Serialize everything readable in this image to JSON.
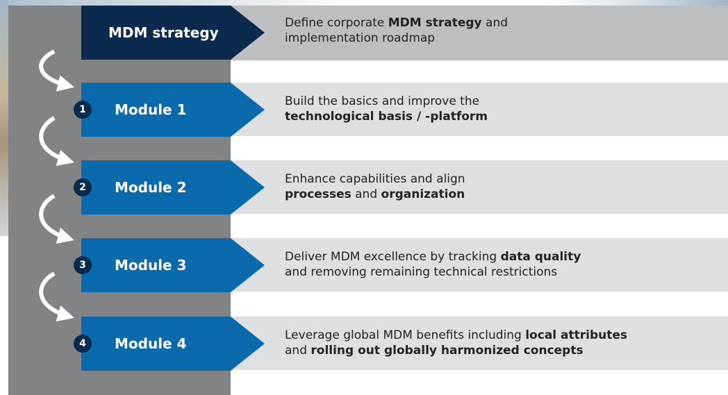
{
  "steps": [
    {
      "label": "MDM strategy",
      "number": "",
      "line1": [
        "Define corporate ",
        "MDM strategy",
        " and"
      ],
      "line2": [
        "implementation roadmap",
        "",
        ""
      ],
      "color": "#0c2a4d"
    },
    {
      "label": "Module 1",
      "number": "1",
      "line1": [
        "Build the basics and improve the",
        "",
        ""
      ],
      "line2": [
        "",
        "technological basis / -platform",
        ""
      ],
      "color": "#0a6aab"
    },
    {
      "label": "Module 2",
      "number": "2",
      "line1": [
        "Enhance capabilities and align",
        "",
        ""
      ],
      "line2": [
        "",
        "processes",
        " and "
      ],
      "line2_extra_bold": "organization",
      "color": "#0a6aab"
    },
    {
      "label": "Module 3",
      "number": "3",
      "line1": [
        "Deliver MDM excellence by tracking ",
        "data quality",
        ""
      ],
      "line2": [
        "and removing remaining technical restrictions",
        "",
        ""
      ],
      "color": "#0a6aab"
    },
    {
      "label": "Module 4",
      "number": "4",
      "line1": [
        "Leverage global MDM benefits including ",
        "local attributes",
        ""
      ],
      "line2": [
        "and ",
        "rolling out globally harmonized concepts",
        ""
      ],
      "color": "#0a6aab"
    }
  ],
  "colors": {
    "strategy_box": "#0c2a4d",
    "module_box": "#0a6aab",
    "gray_column": "#828385",
    "description_bar": "#dedfe0",
    "strategy_bar": "#bdbebf",
    "number_circle": "#0a2a4e",
    "curved_arrow": "#ffffff"
  }
}
